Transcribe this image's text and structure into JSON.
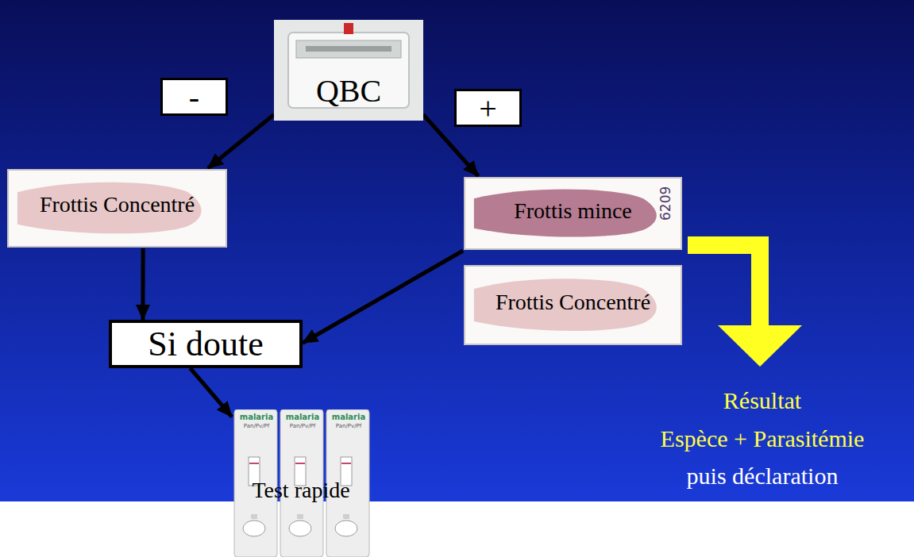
{
  "diagram": {
    "nodes": [
      {
        "text": [
          "QBC"
        ]
      },
      {
        "text": [
          "Frottis Concentré"
        ]
      },
      {
        "text": [
          "Frottis mince"
        ]
      },
      {
        "text": [
          "Frottis Concentré"
        ]
      },
      {
        "text": [
          "Si doute"
        ]
      },
      {
        "text": [
          "Test rapide"
        ]
      }
    ],
    "edges": [
      {
        "from": 0,
        "to": 1,
        "label": "-",
        "arrow": "to"
      },
      {
        "from": 0,
        "to": 2,
        "label": "+",
        "arrow": "to"
      },
      {
        "from": 1,
        "to": 4,
        "arrow": "to"
      },
      {
        "from": 2,
        "to": 4,
        "arrow": "to"
      },
      {
        "from": 4,
        "to": 5,
        "arrow": "to"
      }
    ],
    "labels": [
      "6209",
      "malaria",
      "Pan/Pv/Pf",
      "malaria",
      "Pan/Pv/Pf",
      "malaria",
      "Pan/Pv/Pf",
      "Résultat",
      "Espèce + Parasitémie",
      "puis déclaration"
    ]
  }
}
